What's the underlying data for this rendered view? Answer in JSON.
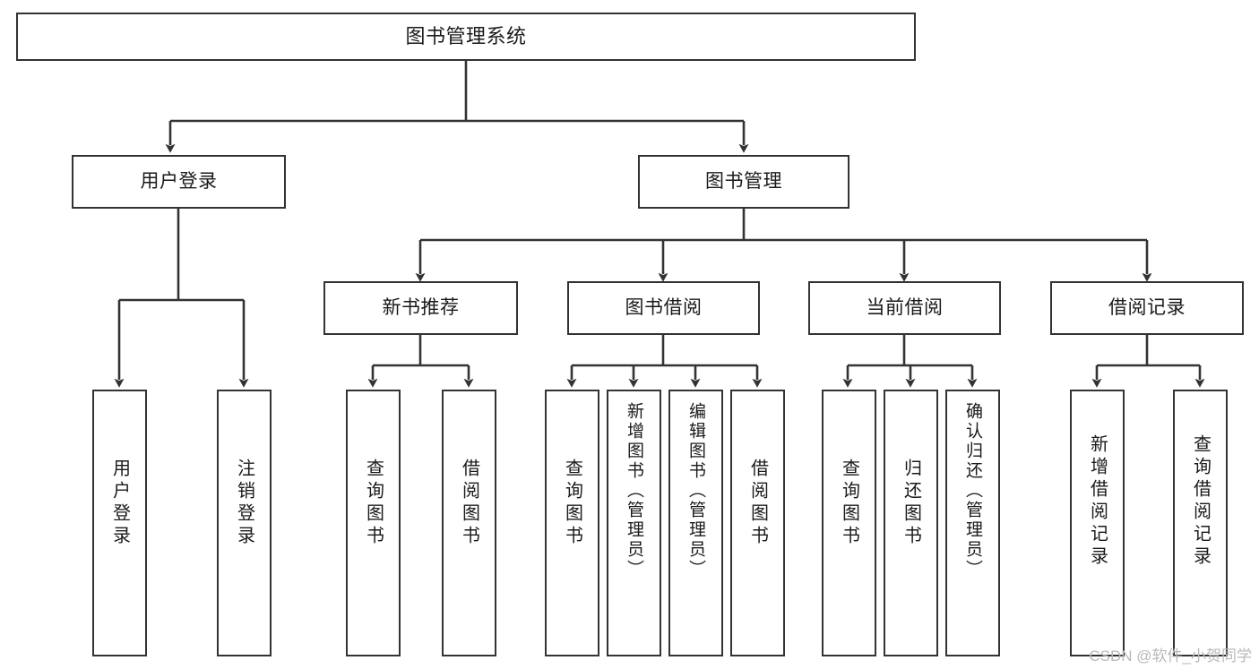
{
  "diagram": {
    "type": "tree-hierarchy-diagram",
    "title": "图书管理系统",
    "root": {
      "id": "root",
      "label": "图书管理系统"
    },
    "level1": [
      {
        "id": "user-login",
        "label": "用户登录"
      },
      {
        "id": "book-manage",
        "label": "图书管理"
      }
    ],
    "level2": [
      {
        "id": "new-book-recommend",
        "label": "新书推荐",
        "parent": "book-manage"
      },
      {
        "id": "book-borrow",
        "label": "图书借阅",
        "parent": "book-manage"
      },
      {
        "id": "current-borrow",
        "label": "当前借阅",
        "parent": "book-manage"
      },
      {
        "id": "borrow-record",
        "label": "借阅记录",
        "parent": "book-manage"
      }
    ],
    "leaves": [
      {
        "id": "leaf-user-login",
        "label": "用户登录",
        "parent": "user-login"
      },
      {
        "id": "leaf-logout-login",
        "label": "注销登录",
        "parent": "user-login"
      },
      {
        "id": "leaf-query-book-1",
        "label": "查询图书",
        "parent": "new-book-recommend"
      },
      {
        "id": "leaf-borrow-book-1",
        "label": "借阅图书",
        "parent": "new-book-recommend"
      },
      {
        "id": "leaf-query-book-2",
        "label": "查询图书",
        "parent": "book-borrow"
      },
      {
        "id": "leaf-add-book",
        "label": "新增图书（管理员）",
        "parent": "book-borrow"
      },
      {
        "id": "leaf-edit-book",
        "label": "编辑图书（管理员）",
        "parent": "book-borrow"
      },
      {
        "id": "leaf-borrow-book-2",
        "label": "借阅图书",
        "parent": "book-borrow"
      },
      {
        "id": "leaf-query-book-3",
        "label": "查询图书",
        "parent": "current-borrow"
      },
      {
        "id": "leaf-return-book",
        "label": "归还图书",
        "parent": "current-borrow"
      },
      {
        "id": "leaf-confirm-return",
        "label": "确认归还（管理员）",
        "parent": "current-borrow"
      },
      {
        "id": "leaf-add-record",
        "label": "新增借阅记录",
        "parent": "borrow-record"
      },
      {
        "id": "leaf-query-record",
        "label": "查询借阅记录",
        "parent": "borrow-record"
      }
    ]
  },
  "watermark": {
    "text": "CSDN @软件_小贺同学"
  },
  "colors": {
    "background": "#ffffff",
    "box_border": "#333333",
    "box_fill": "#ffffff",
    "text": "#1a1a1a",
    "connector": "#333333",
    "watermark": "#b9b9b9"
  }
}
